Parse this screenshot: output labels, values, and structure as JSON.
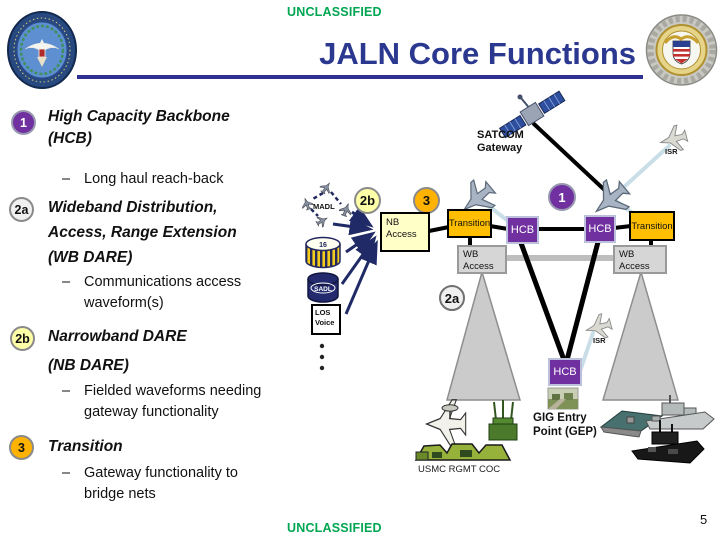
{
  "header": {
    "classification": "UNCLASSIFIED",
    "title": "JALN Core Functions"
  },
  "footer": {
    "classification": "UNCLASSIFIED",
    "page": "5"
  },
  "legend": {
    "dash": "–",
    "items": [
      {
        "badge": "1",
        "title": "High Capacity Backbone\n(HCB)",
        "subs": [
          "Long haul reach-back"
        ]
      },
      {
        "badge": "2a",
        "title": "Wideband Distribution,\nAccess, Range Extension\n(WB DARE)",
        "subs": [
          "Communications access\nwaveform(s)"
        ]
      },
      {
        "badge": "2b",
        "title": "Narrowband DARE\n(NB DARE)",
        "subs": [
          "Fielded waveforms needing\ngateway functionality"
        ]
      },
      {
        "badge": "3",
        "title": "Transition",
        "subs": [
          "Gateway functionality to\nbridge nets"
        ]
      }
    ]
  },
  "diagram": {
    "satcom_gateway": "SATCOM\nGateway",
    "isr_top": "ISR",
    "isr_mid": "ISR",
    "madl": "MADL",
    "link16": "16",
    "sadl": "SADL",
    "los_voice": "LOS\nVoice",
    "nb_access": "NB\nAccess",
    "transition_left": "Transition",
    "transition_right": "Transition",
    "hcb_left": "HCB",
    "hcb_right": "HCB",
    "hcb_center": "HCB",
    "wb_access_left": "WB\nAccess",
    "wb_access_right": "WB\nAccess",
    "badge_1": "1",
    "badge_2a": "2a",
    "badge_2b": "2b",
    "badge_3": "3",
    "gig_entry": "GIG Entry\nPoint (GEP)",
    "usmc_label": "USMC RGMT COC"
  },
  "icons": {
    "left_seal": "dod-seal",
    "right_seal": "jcs-seal",
    "satellite": "satcom-satellite",
    "uav": "uav-drone",
    "isr": "isr-aircraft",
    "fighters": "fighter-jets",
    "link16": "link16-cylinder",
    "sadl": "sadl-cylinder",
    "awacs": "awacs-aircraft",
    "antenna": "antenna-unit",
    "tents": "tent-complex",
    "ships": "navy-ships"
  },
  "colors": {
    "classification_green": "#00A651",
    "title_navy": "#2B3890",
    "underline_blue": "#2E3192",
    "hcb_purple": "#7030A0",
    "transition_orange": "#FFBF00",
    "nb_access_cream": "#FFFFC8",
    "wb_access_gray": "#D6D6D6",
    "badge_1": "#7030A0",
    "badge_2a": "#F0F0F0",
    "badge_2b": "#FFFFA8",
    "badge_3": "#FFB300",
    "navy_arrow": "#1F2A66",
    "pale_link": "#C9DEE6"
  }
}
